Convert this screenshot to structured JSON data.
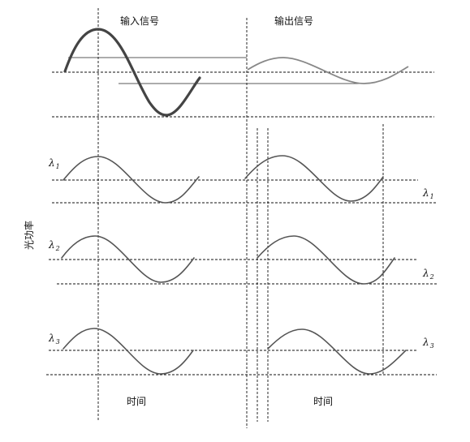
{
  "titles": {
    "input": "输入信号",
    "output": "输出信号"
  },
  "axis": {
    "y_label": "光功率",
    "time_left": "时间",
    "time_right": "时间"
  },
  "wavelength_labels": {
    "left": [
      {
        "symbol": "λ",
        "index": "1"
      },
      {
        "symbol": "λ",
        "index": "2"
      },
      {
        "symbol": "λ",
        "index": "3"
      }
    ],
    "right": [
      {
        "symbol": "λ",
        "index": "1"
      },
      {
        "symbol": "λ",
        "index": "2"
      },
      {
        "symbol": "λ",
        "index": "3"
      }
    ]
  }
}
